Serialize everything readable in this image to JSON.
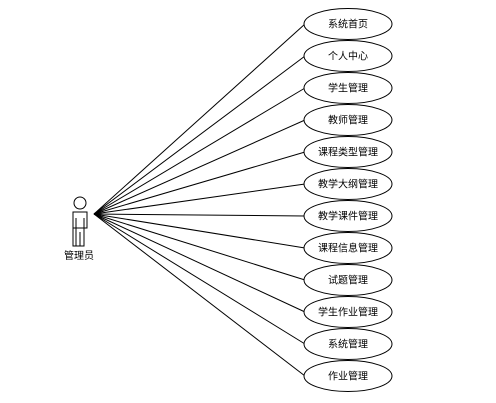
{
  "actor": {
    "label": "管理员"
  },
  "use_cases": [
    {
      "label": "系统首页"
    },
    {
      "label": "个人中心"
    },
    {
      "label": "学生管理"
    },
    {
      "label": "教师管理"
    },
    {
      "label": "课程类型管理"
    },
    {
      "label": "教学大纲管理"
    },
    {
      "label": "教学课件管理"
    },
    {
      "label": "课程信息管理"
    },
    {
      "label": "试题管理"
    },
    {
      "label": "学生作业管理"
    },
    {
      "label": "系统管理"
    },
    {
      "label": "作业管理"
    }
  ]
}
